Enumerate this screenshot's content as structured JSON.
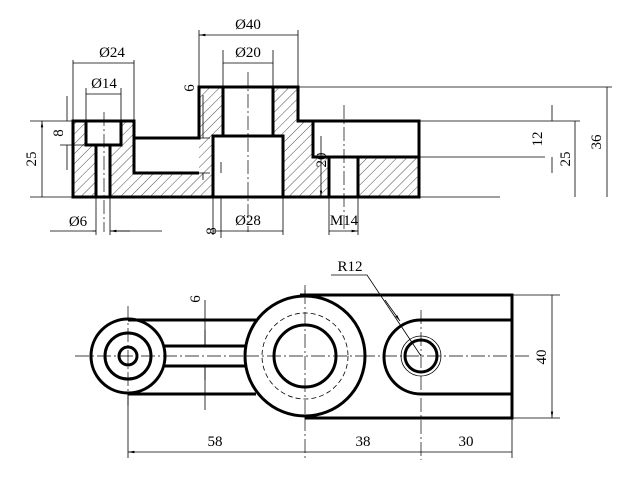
{
  "section_view": {
    "dims": {
      "d40": "Ø40",
      "d20": "Ø20",
      "d24": "Ø24",
      "d14": "Ø14",
      "six": "6",
      "eight_top": "8",
      "twentyfive_left": "25",
      "twenty": "20",
      "twelve": "12",
      "twentyfive_right": "25",
      "thirtysix": "36",
      "d6": "Ø6",
      "eight_bottom": "8",
      "d28": "Ø28",
      "m14": "M14"
    }
  },
  "plan_view": {
    "dims": {
      "r12": "R12",
      "six": "6",
      "forty": "40",
      "fiftyeight": "58",
      "thirtyeight": "38",
      "thirty": "30"
    }
  }
}
